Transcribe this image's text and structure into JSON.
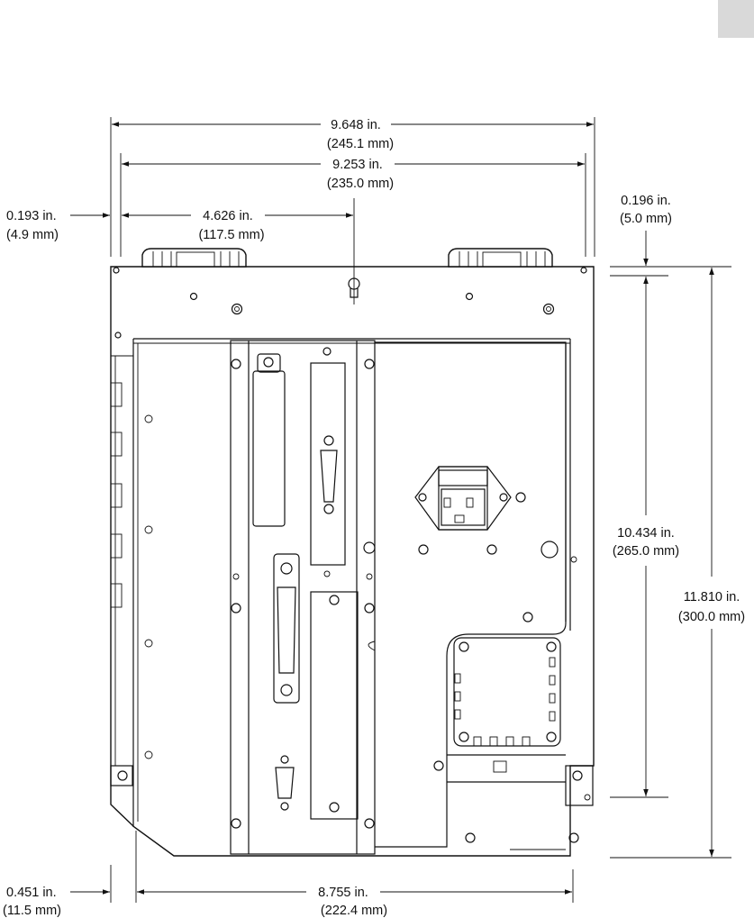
{
  "page_tab": {
    "color": "#d9d9d9"
  },
  "dimensions": {
    "overall_width": {
      "in": "9.648 in.",
      "mm": "(245.1 mm)"
    },
    "mount_width": {
      "in": "9.253 in.",
      "mm": "(235.0 mm)"
    },
    "left_offset": {
      "in": "0.193 in.",
      "mm": "(4.9 mm)"
    },
    "center_offset": {
      "in": "4.626 in.",
      "mm": "(117.5 mm)"
    },
    "top_offset": {
      "in": "0.196 in.",
      "mm": "(5.0 mm)"
    },
    "hole_height": {
      "in": "10.434 in.",
      "mm": "(265.0 mm)"
    },
    "overall_height": {
      "in": "11.810 in.",
      "mm": "(300.0 mm)"
    },
    "bottom_left_offset": {
      "in": "0.451 in.",
      "mm": "(11.5 mm)"
    },
    "bottom_width": {
      "in": "8.755 in.",
      "mm": "(222.4 mm)"
    }
  }
}
